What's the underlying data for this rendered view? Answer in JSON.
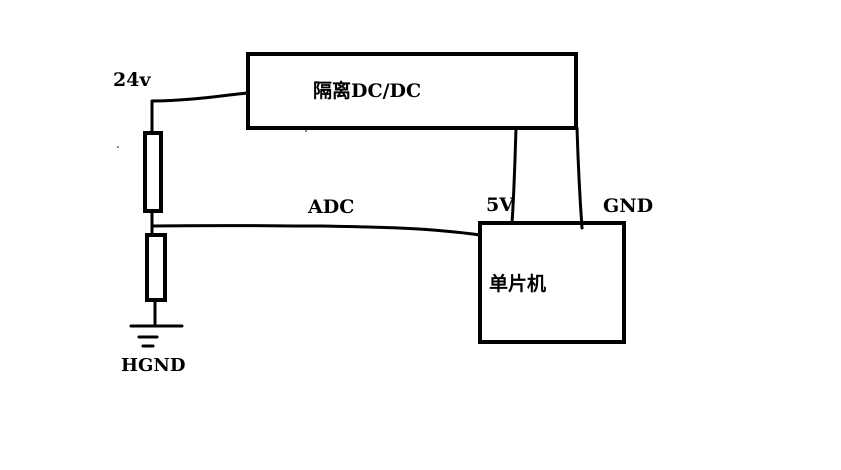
{
  "labels": {
    "voltage_in": "24v",
    "isolated_dcdc": "隔离DC/DC",
    "adc": "ADC",
    "five_v": "5V",
    "gnd": "GND",
    "mcu": "单片机",
    "hgnd": "HGND"
  }
}
